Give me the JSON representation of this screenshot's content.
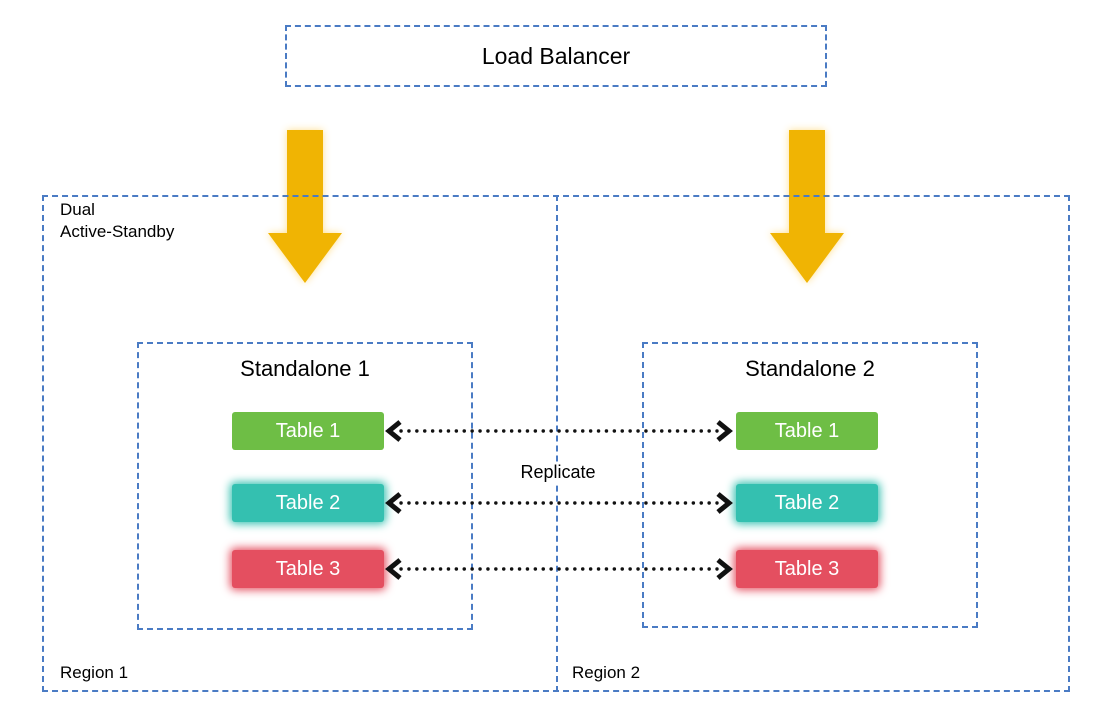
{
  "colors": {
    "dash_blue": "#4a7bc4",
    "arrow_gold": "#f0b403",
    "arrow_glow": "#ffdf8f",
    "table_green": "#6ebe45",
    "table_teal": "#34c0b0",
    "table_red": "#e44f60",
    "connector_black": "#111111"
  },
  "load_balancer": {
    "label": "Load Balancer"
  },
  "cluster": {
    "label_line1": "Dual",
    "label_line2": "Active-Standby"
  },
  "replicate": {
    "label": "Replicate"
  },
  "regions": [
    {
      "label": "Region 1",
      "standalone": {
        "title": "Standalone 1",
        "tables": [
          {
            "label": "Table 1",
            "color": "#6ebe45",
            "glow": false
          },
          {
            "label": "Table 2",
            "color": "#34c0b0",
            "glow": true
          },
          {
            "label": "Table 3",
            "color": "#e44f60",
            "glow": true
          }
        ]
      }
    },
    {
      "label": "Region 2",
      "standalone": {
        "title": "Standalone 2",
        "tables": [
          {
            "label": "Table 1",
            "color": "#6ebe45",
            "glow": false
          },
          {
            "label": "Table 2",
            "color": "#34c0b0",
            "glow": true
          },
          {
            "label": "Table 3",
            "color": "#e44f60",
            "glow": true
          }
        ]
      }
    }
  ]
}
